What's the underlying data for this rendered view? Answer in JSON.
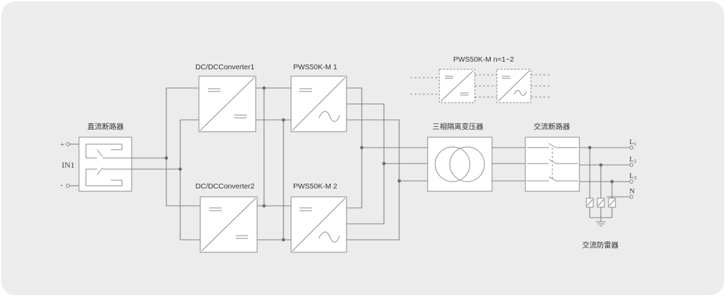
{
  "labels": {
    "dc_breaker": "直流断路器",
    "input_name": "IN1",
    "plus": "+",
    "minus": "-",
    "converter1": "DC/DCConverter1",
    "converter2": "DC/DCConverter2",
    "pws1": "PWS50K-M  1",
    "pws2": "PWS50K-M  2",
    "pws_legend": "PWS50K-M   n=1~2",
    "transformer": "三相隔离变压器",
    "ac_breaker": "交流断路器",
    "surge_arrester": "交流防雷器",
    "L": "L",
    "L1_sub": "1",
    "L2_sub": "2",
    "L3_sub": "3",
    "N": "N"
  },
  "colors": {
    "panel_bg": "#ececec",
    "box_fill": "#ffffff",
    "wire": "#7f7f7f"
  }
}
